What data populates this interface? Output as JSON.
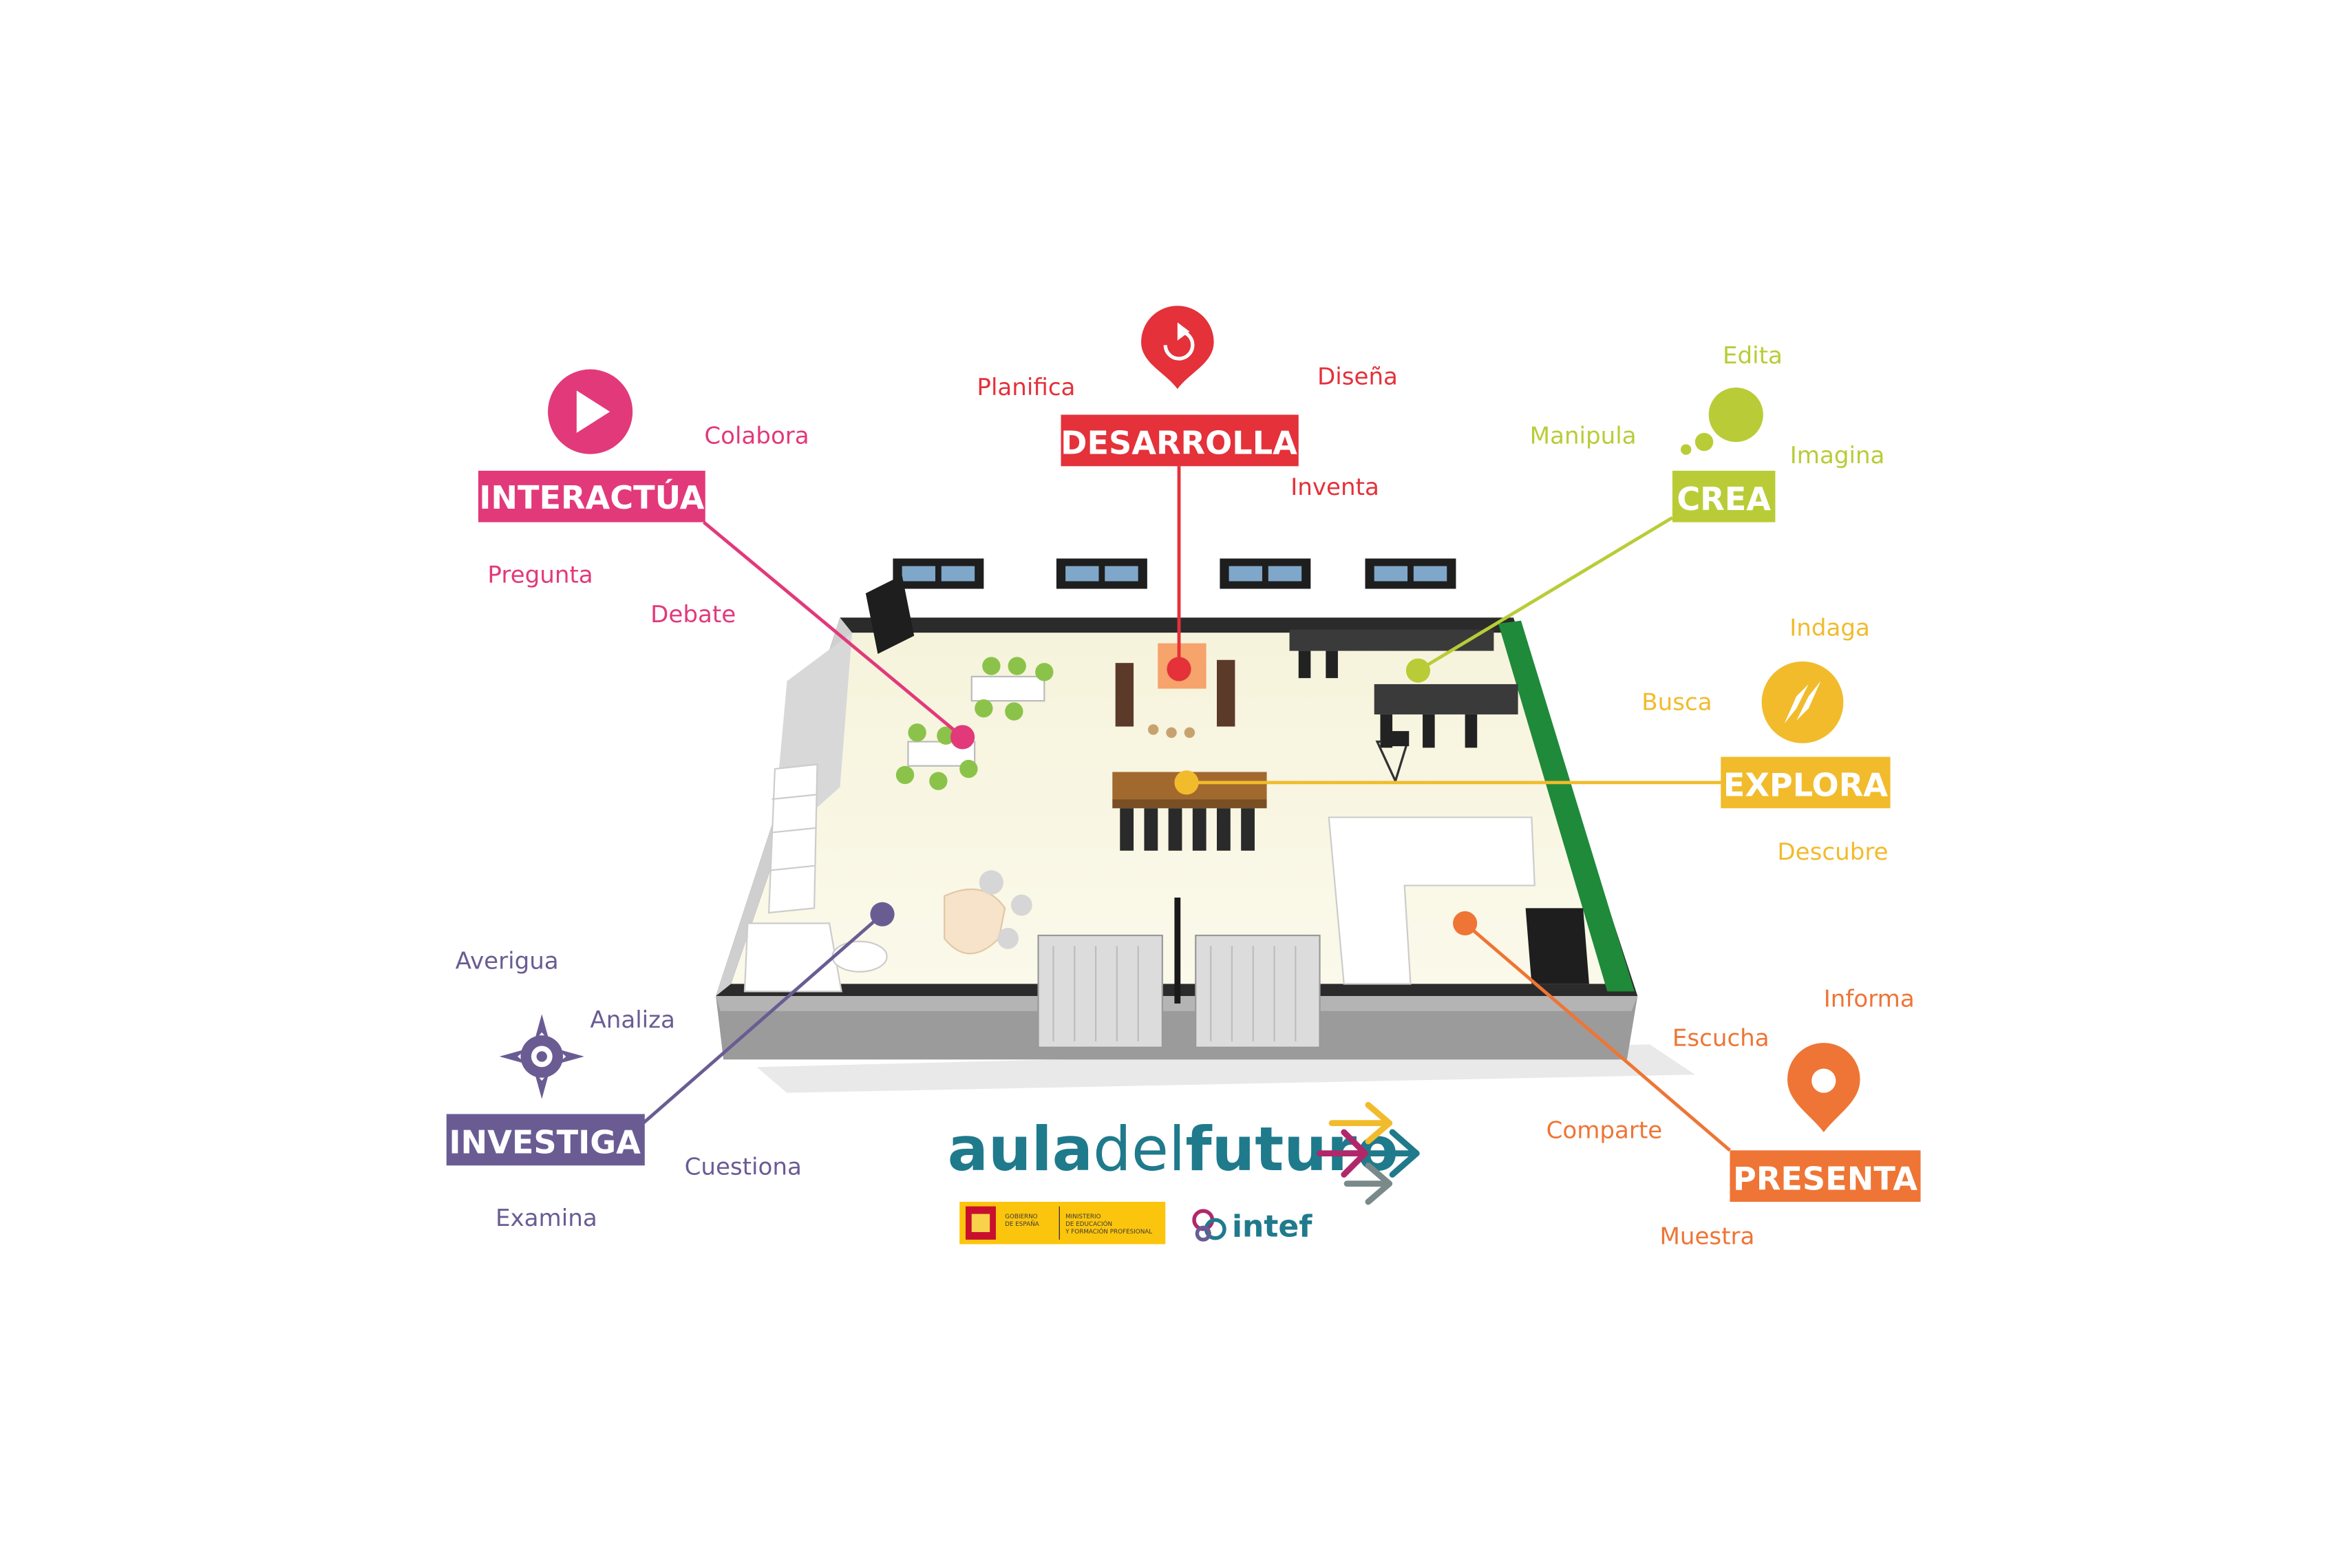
{
  "colors": {
    "interactua": "#e2397a",
    "desarrolla": "#e4313a",
    "crea": "#b9cc37",
    "explora": "#f1bb2c",
    "investiga": "#6a5c93",
    "presenta": "#ee7535",
    "logo_teal": "#1f7a8c",
    "logo_magenta": "#b0286a",
    "gov_yellow": "#fcc50d"
  },
  "zones": {
    "interactua": {
      "label": "INTERACTÚA",
      "icon": "play-icon",
      "verbs": [
        "Colabora",
        "Pregunta",
        "Debate"
      ]
    },
    "desarrolla": {
      "label": "DESARROLLA",
      "icon": "refresh-pin-icon",
      "verbs": [
        "Planifica",
        "Diseña",
        "Inventa"
      ]
    },
    "crea": {
      "label": "CREA",
      "icon": "thought-bubble-icon",
      "verbs": [
        "Edita",
        "Manipula",
        "Imagina"
      ]
    },
    "explora": {
      "label": "EXPLORA",
      "icon": "compass-icon",
      "verbs": [
        "Indaga",
        "Busca",
        "Descubre"
      ]
    },
    "investiga": {
      "label": "INVESTIGA",
      "icon": "crosshair-star-icon",
      "verbs": [
        "Averigua",
        "Analiza",
        "Cuestiona",
        "Examina"
      ]
    },
    "presenta": {
      "label": "PRESENTA",
      "icon": "location-pin-icon",
      "verbs": [
        "Informa",
        "Escucha",
        "Comparte",
        "Muestra"
      ]
    }
  },
  "logo": {
    "part1": "aula",
    "part2": "del",
    "part3": "futuro",
    "gov_line1": "GOBIERNO",
    "gov_line2": "DE ESPAÑA",
    "ministry_line1": "MINISTERIO",
    "ministry_line2": "DE EDUCACIÓN",
    "ministry_line3": "Y FORMACIÓN PROFESIONAL",
    "intef": "intef"
  }
}
